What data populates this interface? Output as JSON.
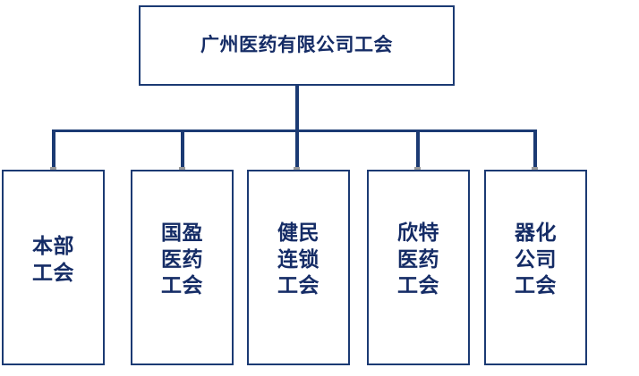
{
  "chart_data": {
    "type": "diagram",
    "diagram_type": "organizational-chart",
    "orientation": "top-down",
    "title": "广州医药有限公司工会",
    "levels": 2,
    "root": {
      "label": "广州医药有限公司工会",
      "level": 0
    },
    "children": [
      {
        "label": "本部\n工会",
        "level": 1,
        "lines": [
          "本部",
          "工会"
        ]
      },
      {
        "label": "国盈\n医药\n工会",
        "level": 1,
        "lines": [
          "国盈",
          "医药",
          "工会"
        ]
      },
      {
        "label": "健民\n连锁\n工会",
        "level": 1,
        "lines": [
          "健民",
          "连锁",
          "工会"
        ]
      },
      {
        "label": "欣特\n医药\n工会",
        "level": 1,
        "lines": [
          "欣特",
          "医药",
          "工会"
        ]
      },
      {
        "label": "器化\n公司\n工会",
        "level": 1,
        "lines": [
          "器化",
          "公司",
          "工会"
        ]
      }
    ],
    "edges": [
      {
        "from": "广州医药有限公司工会",
        "to": "本部工会"
      },
      {
        "from": "广州医药有限公司工会",
        "to": "国盈医药工会"
      },
      {
        "from": "广州医药有限公司工会",
        "to": "健民连锁工会"
      },
      {
        "from": "广州医药有限公司工会",
        "to": "欣特医药工会"
      },
      {
        "from": "广州医药有限公司工会",
        "to": "器化公司工会"
      }
    ]
  },
  "style": {
    "border_color": "#1b3a73",
    "text_color": "#152c66",
    "connector_color": "#1b3a73",
    "background_color": "#ffffff",
    "nub_color": "#9a9a9a"
  }
}
